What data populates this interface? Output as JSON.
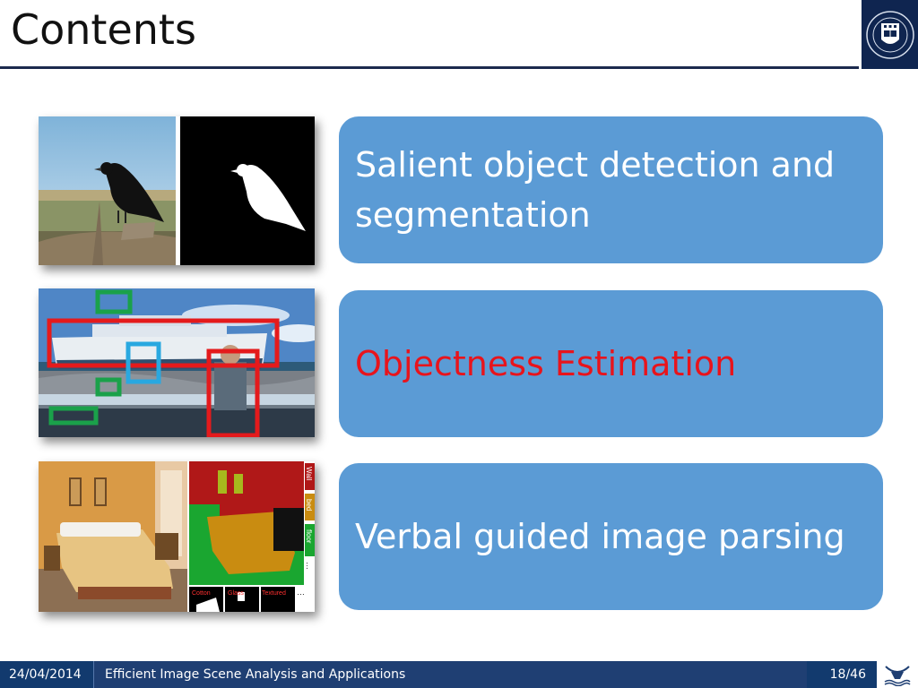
{
  "slide": {
    "title": "Contents",
    "items": [
      {
        "text": "Salient object detection and segmentation",
        "highlighted": false
      },
      {
        "text": "Objectness Estimation",
        "highlighted": true
      },
      {
        "text": "Verbal guided image parsing",
        "highlighted": false
      }
    ],
    "parse_labels": [
      "Wall",
      "bed",
      "floor",
      "…"
    ],
    "material_labels": [
      "Cotton",
      "Glass",
      "Textured",
      "…"
    ]
  },
  "footer": {
    "date": "24/04/2014",
    "title": "Efficient Image Scene Analysis and Applications",
    "page": "18/46"
  },
  "colors": {
    "card": "#5b9bd5",
    "highlight_text": "#e8141c",
    "footer_dark": "#123a6e",
    "footer_mid": "#1f3f73",
    "rule": "#1b2a4e"
  },
  "icons": [
    "oxford-crest-icon",
    "oxford-ox-icon"
  ]
}
